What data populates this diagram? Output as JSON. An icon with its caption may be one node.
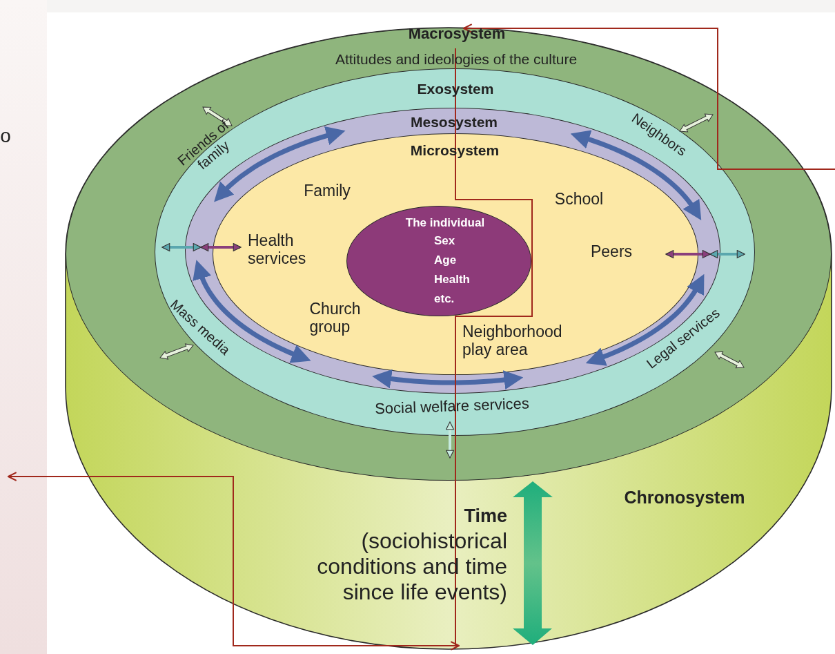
{
  "diagram": {
    "nodes": [
      {
        "text": [
          "Chronosystem",
          "Time",
          "(sociohistorical conditions and time since life events)"
        ]
      },
      {
        "text": [
          "Macrosystem",
          "Attitudes and ideologies of the culture"
        ],
        "in": 0
      },
      {
        "text": [
          "Exosystem"
        ],
        "in": 1
      },
      {
        "text": [
          "Mesosystem"
        ],
        "in": 2
      },
      {
        "text": [
          "Microsystem",
          "Family",
          "School",
          "Health services",
          "Peers",
          "Church group",
          "Neighborhood play area"
        ],
        "in": 3
      },
      {
        "text": [
          "The individual",
          "Sex Age Health etc."
        ],
        "in": 4
      }
    ],
    "edges": [
      {
        "from": null,
        "to": 1,
        "arrow": "to",
        "color": "#a0281c"
      },
      {
        "from": null,
        "to": 0,
        "arrow": "both",
        "color": "#a0281c"
      },
      {
        "from": 1,
        "to": 0,
        "arrow": "none",
        "color": "#a0281c"
      },
      {
        "from": 1,
        "to": 2,
        "arrow": "both",
        "color": "#c5eadf"
      },
      {
        "from": 2,
        "to": 3,
        "arrow": "both",
        "color": "#5aa7ae"
      },
      {
        "from": 3,
        "to": 4,
        "arrow": "both",
        "color": "#8a3f7c"
      },
      {
        "from": 4,
        "to": 3,
        "arrow": "both",
        "color": "#8a3f7c"
      },
      {
        "from": 3,
        "to": 2,
        "arrow": "both",
        "color": "#5aa7ae"
      }
    ],
    "labels": [
      "o",
      "Friends of family",
      "Neighbors",
      "Mass media",
      "Legal services",
      "Social welfare services"
    ]
  }
}
